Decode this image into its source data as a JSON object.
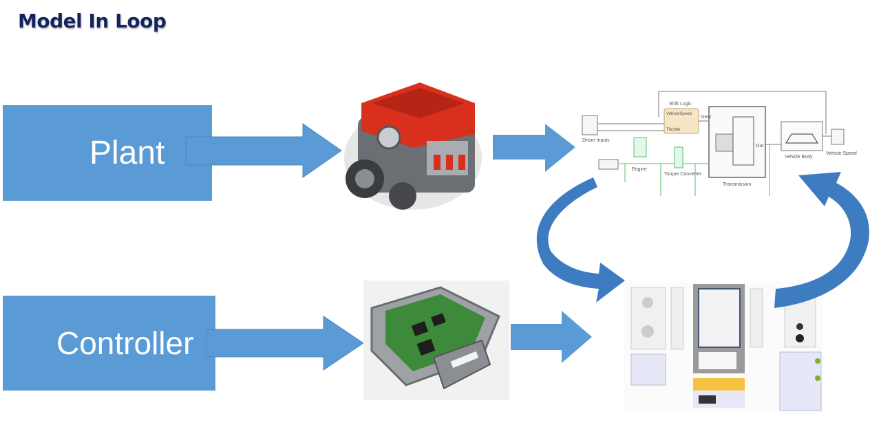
{
  "slide": {
    "title": "Model In Loop",
    "plant_label": "Plant",
    "controller_label": "Controller"
  },
  "simulink_model": {
    "blocks": [
      "Driver Inputs",
      "Shift Logic",
      "Engine",
      "Torque Converter",
      "Transmission",
      "Vehicle Body",
      "Vehicle Speed"
    ],
    "ports": [
      "Gear",
      "Out",
      "Throttle",
      "VehicleSpeed"
    ]
  },
  "colors": {
    "title": "#13235f",
    "box_fill": "#5b9bd5",
    "arrow_fill": "#5b9bd5",
    "curved_arrow_fill": "#3d7cc0",
    "engine_cover": "#d9301e",
    "pcb_green": "#3d8a3a",
    "stateflow_block": "#f7e6c4",
    "dashboard_yellow": "#f5c242"
  }
}
